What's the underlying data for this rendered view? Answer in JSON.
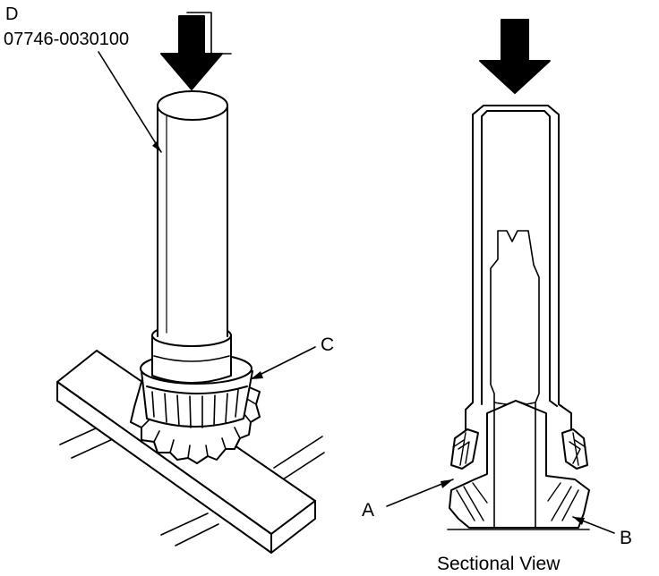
{
  "labels": {
    "tool_letter": "D",
    "tool_part_number": "07746-0030100",
    "bearing_letter": "C",
    "part_a_letter": "A",
    "part_b_letter": "B",
    "sectional_caption": "Sectional View"
  },
  "colors": {
    "line": "#000000",
    "background": "#ffffff"
  },
  "icons": {
    "press_arrow_left": "down-arrow-icon",
    "press_arrow_right": "down-arrow-icon"
  }
}
